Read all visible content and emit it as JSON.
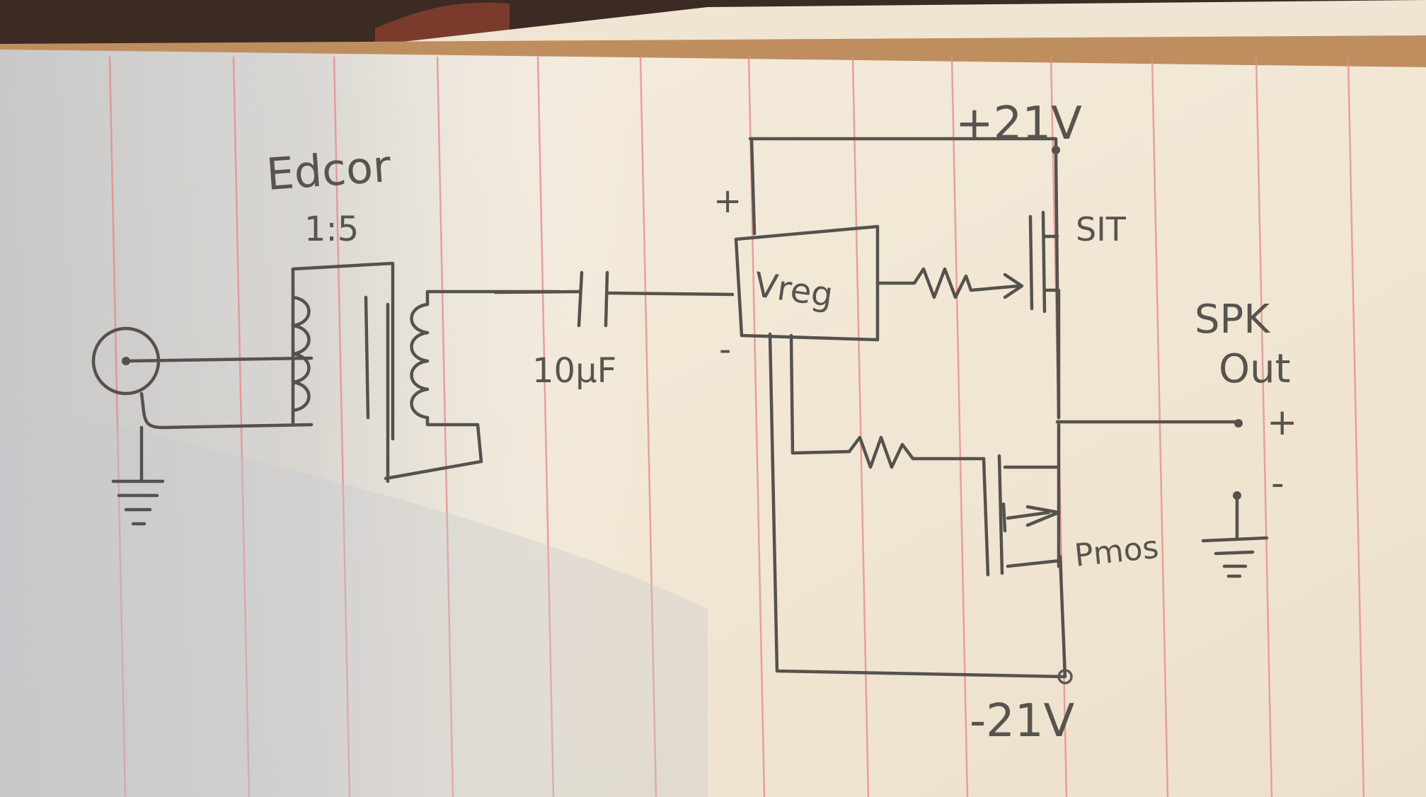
{
  "labels": {
    "transformer_brand": "Edcor",
    "transformer_ratio": "1:5",
    "capacitor": "10μF",
    "regulator": "Vreg",
    "reg_plus": "+",
    "reg_minus": "-",
    "pos_rail": "+21V",
    "neg_rail": "-21V",
    "n_device": "SIT",
    "p_device": "Pmos",
    "speaker_title_1": "SPK",
    "speaker_title_2": "Out",
    "speaker_plus": "+",
    "speaker_minus": "-"
  },
  "colors": {
    "paper": "#efe7d8",
    "paper_shadow": "#c9cbcf",
    "red_rule": "#e8868a",
    "pencil": "#55524e"
  }
}
